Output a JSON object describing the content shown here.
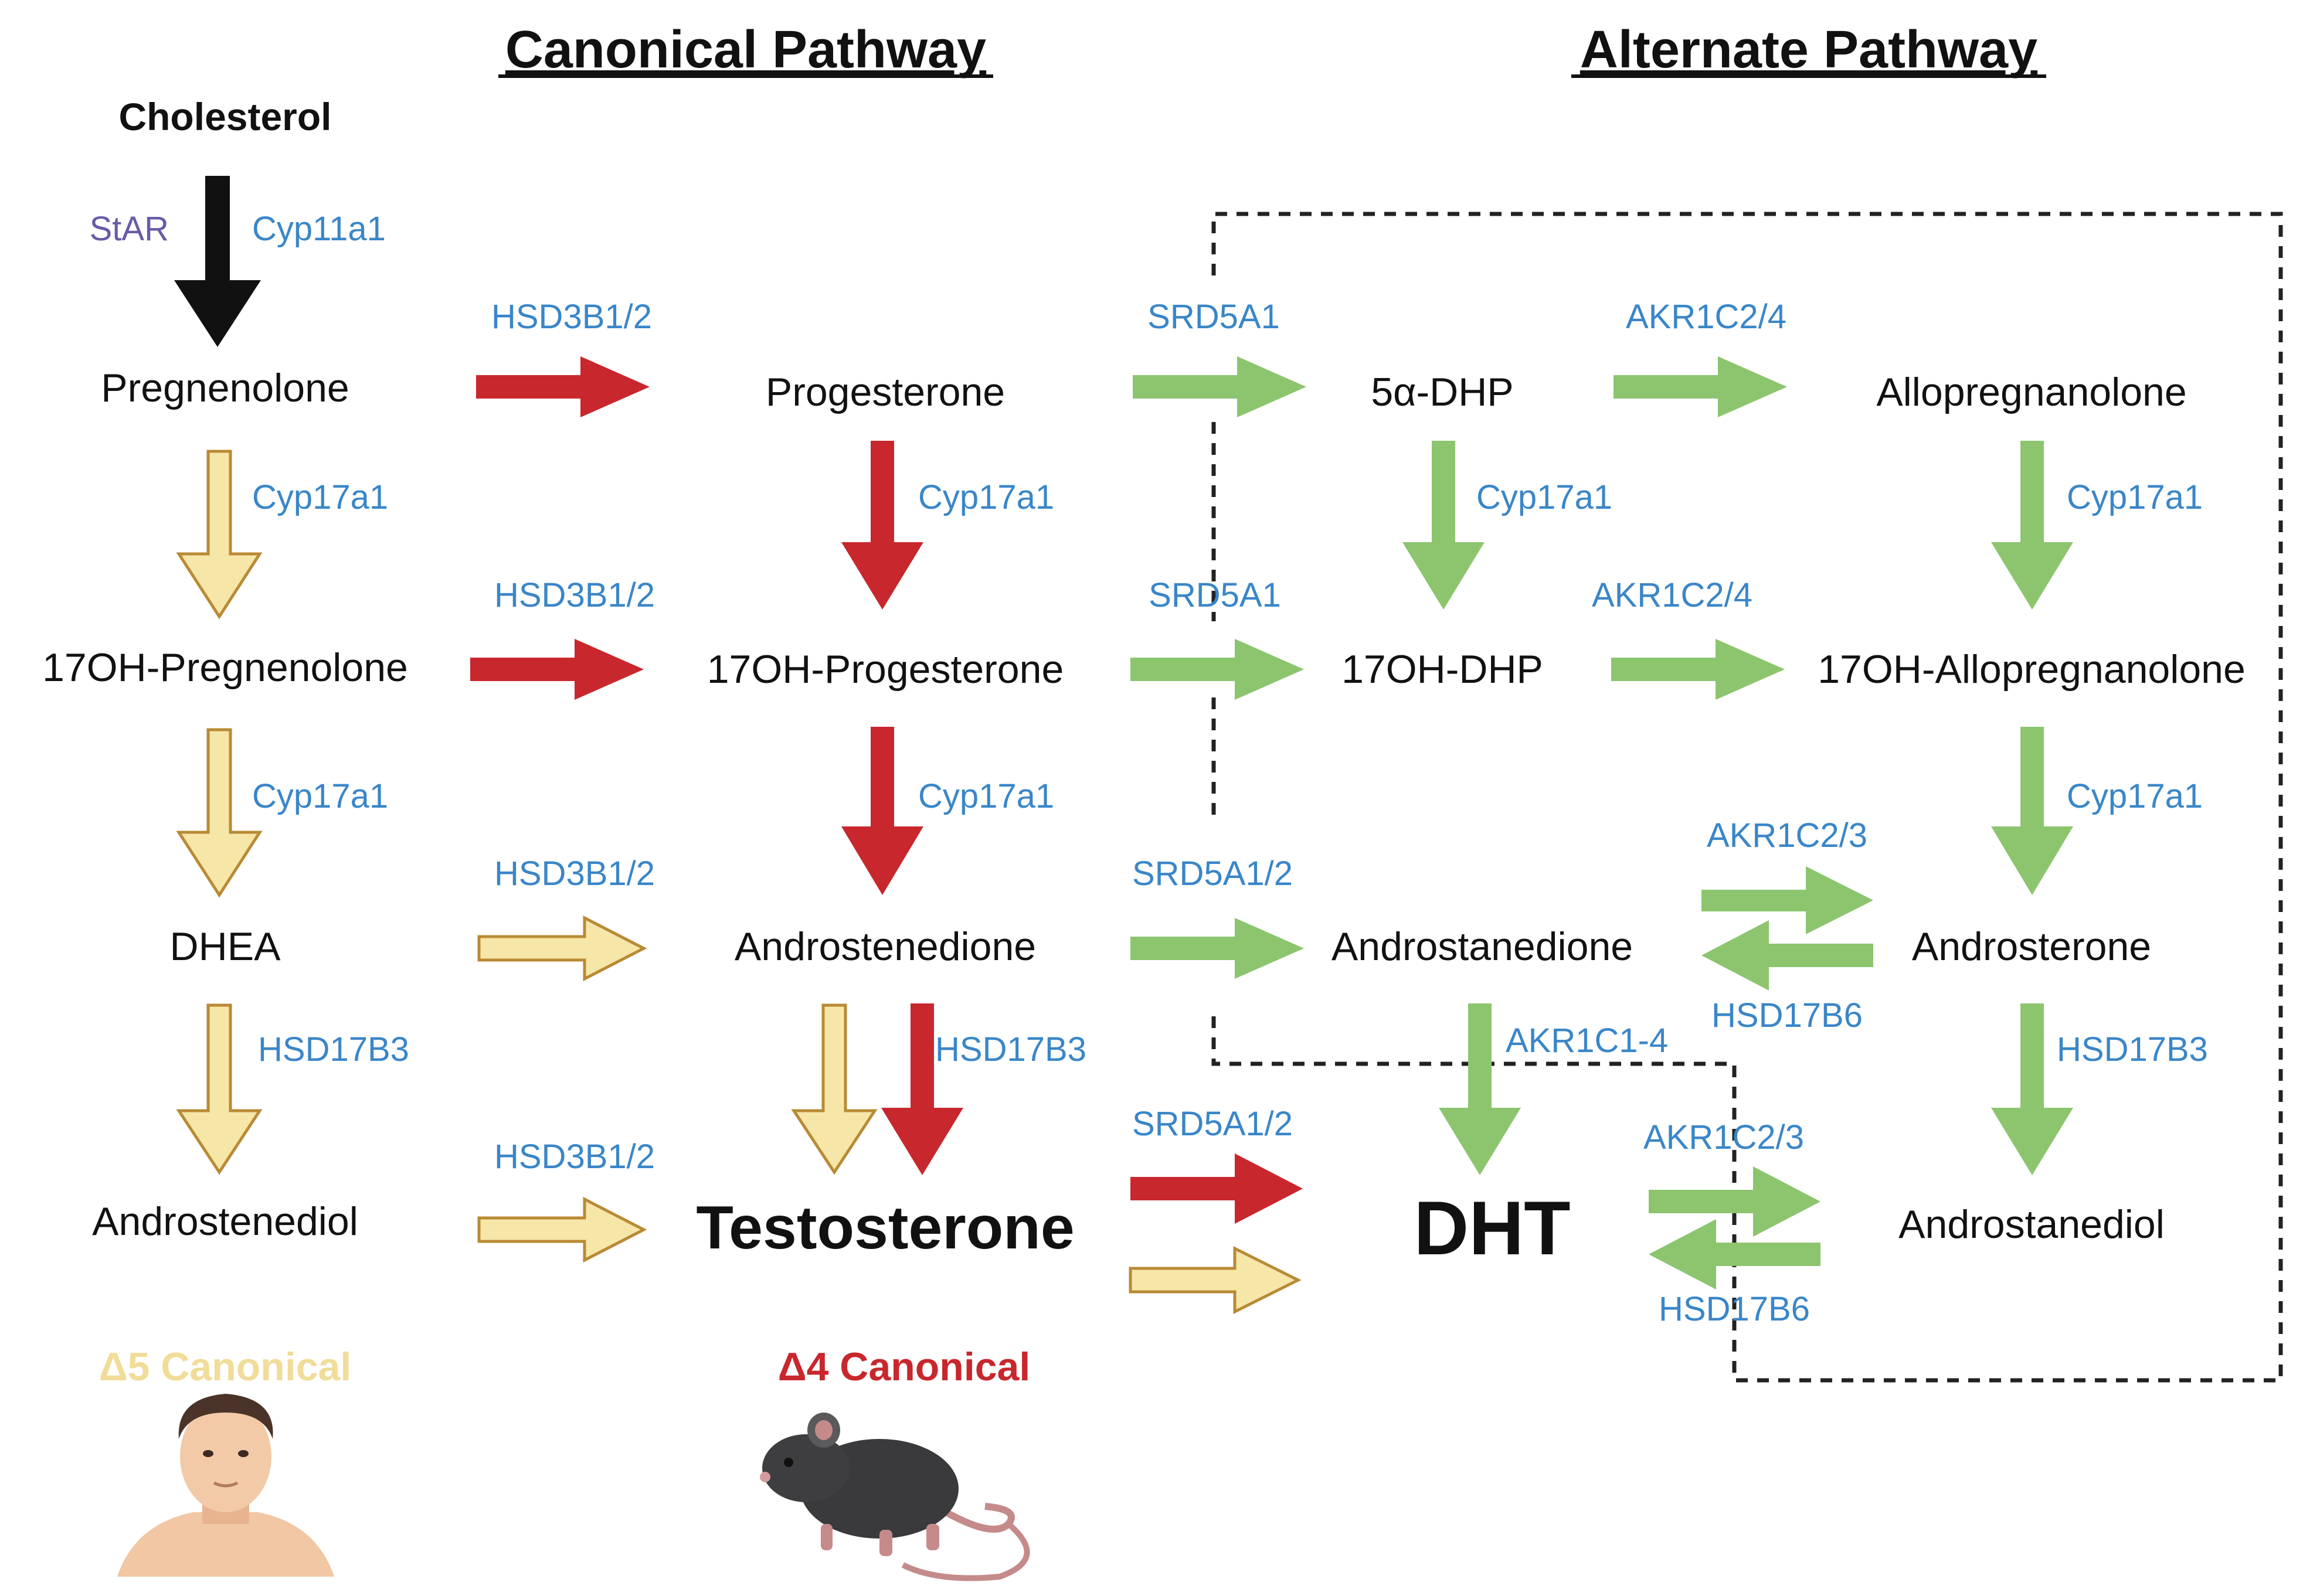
{
  "headings": {
    "canonical": "Canonical Pathway",
    "alternate": "Alternate Pathway"
  },
  "nodes": {
    "cholesterol": "Cholesterol",
    "pregnenolone": "Pregnenolone",
    "progesterone": "Progesterone",
    "dhp": "5α-DHP",
    "allopregnanolone": "Allopregnanolone",
    "oh_pregnenolone": "17OH-Pregnenolone",
    "oh_progesterone": "17OH-Progesterone",
    "oh_dhp": "17OH-DHP",
    "oh_allopregnanolone": "17OH-Allopregnanolone",
    "dhea": "DHEA",
    "androstenedione": "Androstenedione",
    "androstanedione": "Androstanedione",
    "androsterone": "Androsterone",
    "androstenediol": "Androstenediol",
    "testosterone": "Testosterone",
    "dht": "DHT",
    "androstanediol": "Androstanediol"
  },
  "enzymes": {
    "star": "StAR",
    "cyp11a1": "Cyp11a1",
    "hsd3b1_2_row1": "HSD3B1/2",
    "srd5a1_row1": "SRD5A1",
    "akr1c2_4_row1": "AKR1C2/4",
    "cyp17a1_col1_a": "Cyp17a1",
    "cyp17a1_col2_a": "Cyp17a1",
    "cyp17a1_col3_a": "Cyp17a1",
    "cyp17a1_col4_a": "Cyp17a1",
    "hsd3b1_2_row2": "HSD3B1/2",
    "srd5a1_row2": "SRD5A1",
    "akr1c2_4_row2": "AKR1C2/4",
    "cyp17a1_col1_b": "Cyp17a1",
    "cyp17a1_col2_b": "Cyp17a1",
    "cyp17a1_col4_b": "Cyp17a1",
    "hsd3b1_2_row3": "HSD3B1/2",
    "srd5a1_2_row3": "SRD5A1/2",
    "akr1c2_3_row3": "AKR1C2/3",
    "hsd17b6_row3": "HSD17B6",
    "hsd17b3_col1": "HSD17B3",
    "hsd17b3_col2": "HSD17B3",
    "akr1c1_4": "AKR1C1-4",
    "hsd17b3_col4": "HSD17B3",
    "hsd3b1_2_row4": "HSD3B1/2",
    "srd5a1_2_row4": "SRD5A1/2",
    "akr1c2_3_row4": "AKR1C2/3",
    "hsd17b6_row4": "HSD17B6"
  },
  "legend": {
    "delta5": "Δ5 Canonical",
    "delta4": "Δ4 Canonical"
  },
  "colors": {
    "delta5_arrow_fill": "#f6e6a8",
    "delta5_arrow_stroke": "#b98a35",
    "delta4_arrow": "#c8272d",
    "alternate_arrow": "#8cc56e",
    "enzyme_text": "#3a86c8",
    "star_text": "#6a5aa6",
    "main_arrow": "#111111"
  },
  "icons": {
    "human": "human-face-icon",
    "mouse": "mouse-icon"
  }
}
